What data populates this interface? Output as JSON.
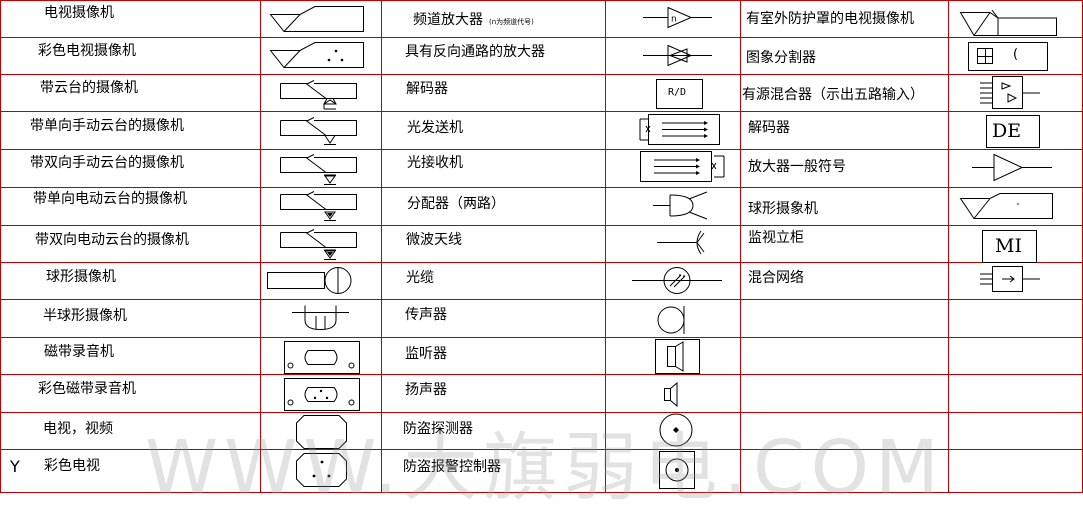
{
  "colors": {
    "grid": "#c00000",
    "ink": "#000000",
    "watermark": "#969696"
  },
  "watermark": "WWW.大旗弱电.COM",
  "col1": [
    {
      "label": "电视摄像机",
      "icon": "camera-icon"
    },
    {
      "label": "彩色电视摄像机",
      "icon": "color-camera-icon"
    },
    {
      "label": "带云台的摄像机",
      "icon": "camera-pan-tilt-icon"
    },
    {
      "label": "带单向手动云台的摄像机",
      "icon": "camera-manual-pan-icon"
    },
    {
      "label": "带双向手动云台的摄像机",
      "icon": "camera-manual-pan-tilt-icon"
    },
    {
      "label": "带单向电动云台的摄像机",
      "icon": "camera-motor-pan-icon"
    },
    {
      "label": "带双向电动云台的摄像机",
      "icon": "camera-motor-pan-tilt-icon"
    },
    {
      "label": "球形摄像机",
      "icon": "dome-camera-icon"
    },
    {
      "label": "半球形摄像机",
      "icon": "half-dome-camera-icon"
    },
    {
      "label": "磁带录音机",
      "icon": "tape-recorder-icon"
    },
    {
      "label": "彩色磁带录音机",
      "icon": "color-tape-recorder-icon"
    },
    {
      "label": "电视，视频",
      "icon": "tv-video-icon"
    },
    {
      "label": "彩色电视",
      "icon": "color-tv-icon"
    }
  ],
  "col2": [
    {
      "label": "频道放大器",
      "sub": "(n为频道代号)",
      "icon": "channel-amplifier-icon"
    },
    {
      "label": "具有反向通路的放大器",
      "icon": "reverse-path-amplifier-icon"
    },
    {
      "label": "解码器",
      "icon": "decoder-icon",
      "glyph": "R/D"
    },
    {
      "label": "光发送机",
      "icon": "optical-transmitter-icon"
    },
    {
      "label": "光接收机",
      "icon": "optical-receiver-icon"
    },
    {
      "label": "分配器（两路）",
      "icon": "splitter-icon"
    },
    {
      "label": "微波天线",
      "icon": "microwave-antenna-icon"
    },
    {
      "label": "光缆",
      "icon": "optical-cable-icon"
    },
    {
      "label": "传声器",
      "icon": "microphone-icon"
    },
    {
      "label": "监听器",
      "icon": "monitor-speaker-icon"
    },
    {
      "label": "扬声器",
      "icon": "loudspeaker-icon"
    },
    {
      "label": "防盗探测器",
      "icon": "intrusion-detector-icon"
    },
    {
      "label": "防盗报警控制器",
      "icon": "alarm-controller-icon"
    }
  ],
  "col3": [
    {
      "label": "有室外防护罩的电视摄像机",
      "icon": "outdoor-housing-camera-icon"
    },
    {
      "label": "图象分割器",
      "icon": "image-splitter-icon",
      "glyph": "("
    },
    {
      "label": "有源混合器（示出五路输入）",
      "icon": "active-mixer-icon"
    },
    {
      "label": "解码器",
      "icon": "decoder-de-icon",
      "glyph": "DE"
    },
    {
      "label": "放大器一般符号",
      "icon": "amplifier-icon"
    },
    {
      "label": "球形摄象机",
      "icon": "spherical-camera-icon"
    },
    {
      "label": "监视立柜",
      "icon": "monitor-cabinet-icon",
      "glyph": "MI"
    },
    {
      "label": "混合网络",
      "icon": "mixing-network-icon"
    }
  ],
  "extra": {
    "col1_glyph": "Y",
    "amp_n": "n"
  }
}
